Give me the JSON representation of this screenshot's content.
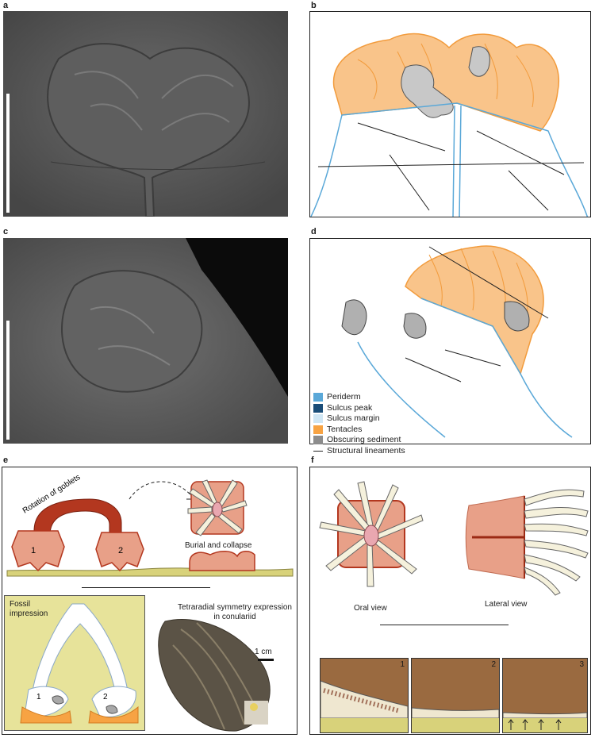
{
  "panels": {
    "a": "a",
    "b": "b",
    "c": "c",
    "d": "d",
    "e": "e",
    "f": "f"
  },
  "legend": [
    {
      "label": "Periderm",
      "color": "#5aa8d8"
    },
    {
      "label": "Sulcus peak",
      "color": "#1a4d78"
    },
    {
      "label": "Sulcus margin",
      "color": "#cfe6f4"
    },
    {
      "label": "Tentacles",
      "color": "#f7a343"
    },
    {
      "label": "Obscuring sediment",
      "color": "#8c8c8c"
    },
    {
      "label": "Structural lineaments",
      "color": "#222222"
    }
  ],
  "panel_e": {
    "rotation_label": "Rotation of goblets",
    "goblet_1": "1",
    "goblet_2": "2",
    "burial_label": "Burial and collapse",
    "fossil_title_line1": "Fossil",
    "fossil_title_line2": "impression",
    "fossil_1": "1",
    "fossil_2": "2",
    "tetra_caption": "Tetraradial symmetry expression in conulariid",
    "scale_label": "1 cm"
  },
  "panel_f": {
    "oral_view": "Oral view",
    "lateral_view": "Lateral view",
    "stages": [
      "1",
      "2",
      "3"
    ]
  },
  "colors": {
    "tentacle_orange": "#f7a343",
    "goblet_red": "#b3371f",
    "goblet_fill": "#e8a088",
    "sediment_yellow": "#e7e39a",
    "strata_brown": "#9a6a40"
  }
}
